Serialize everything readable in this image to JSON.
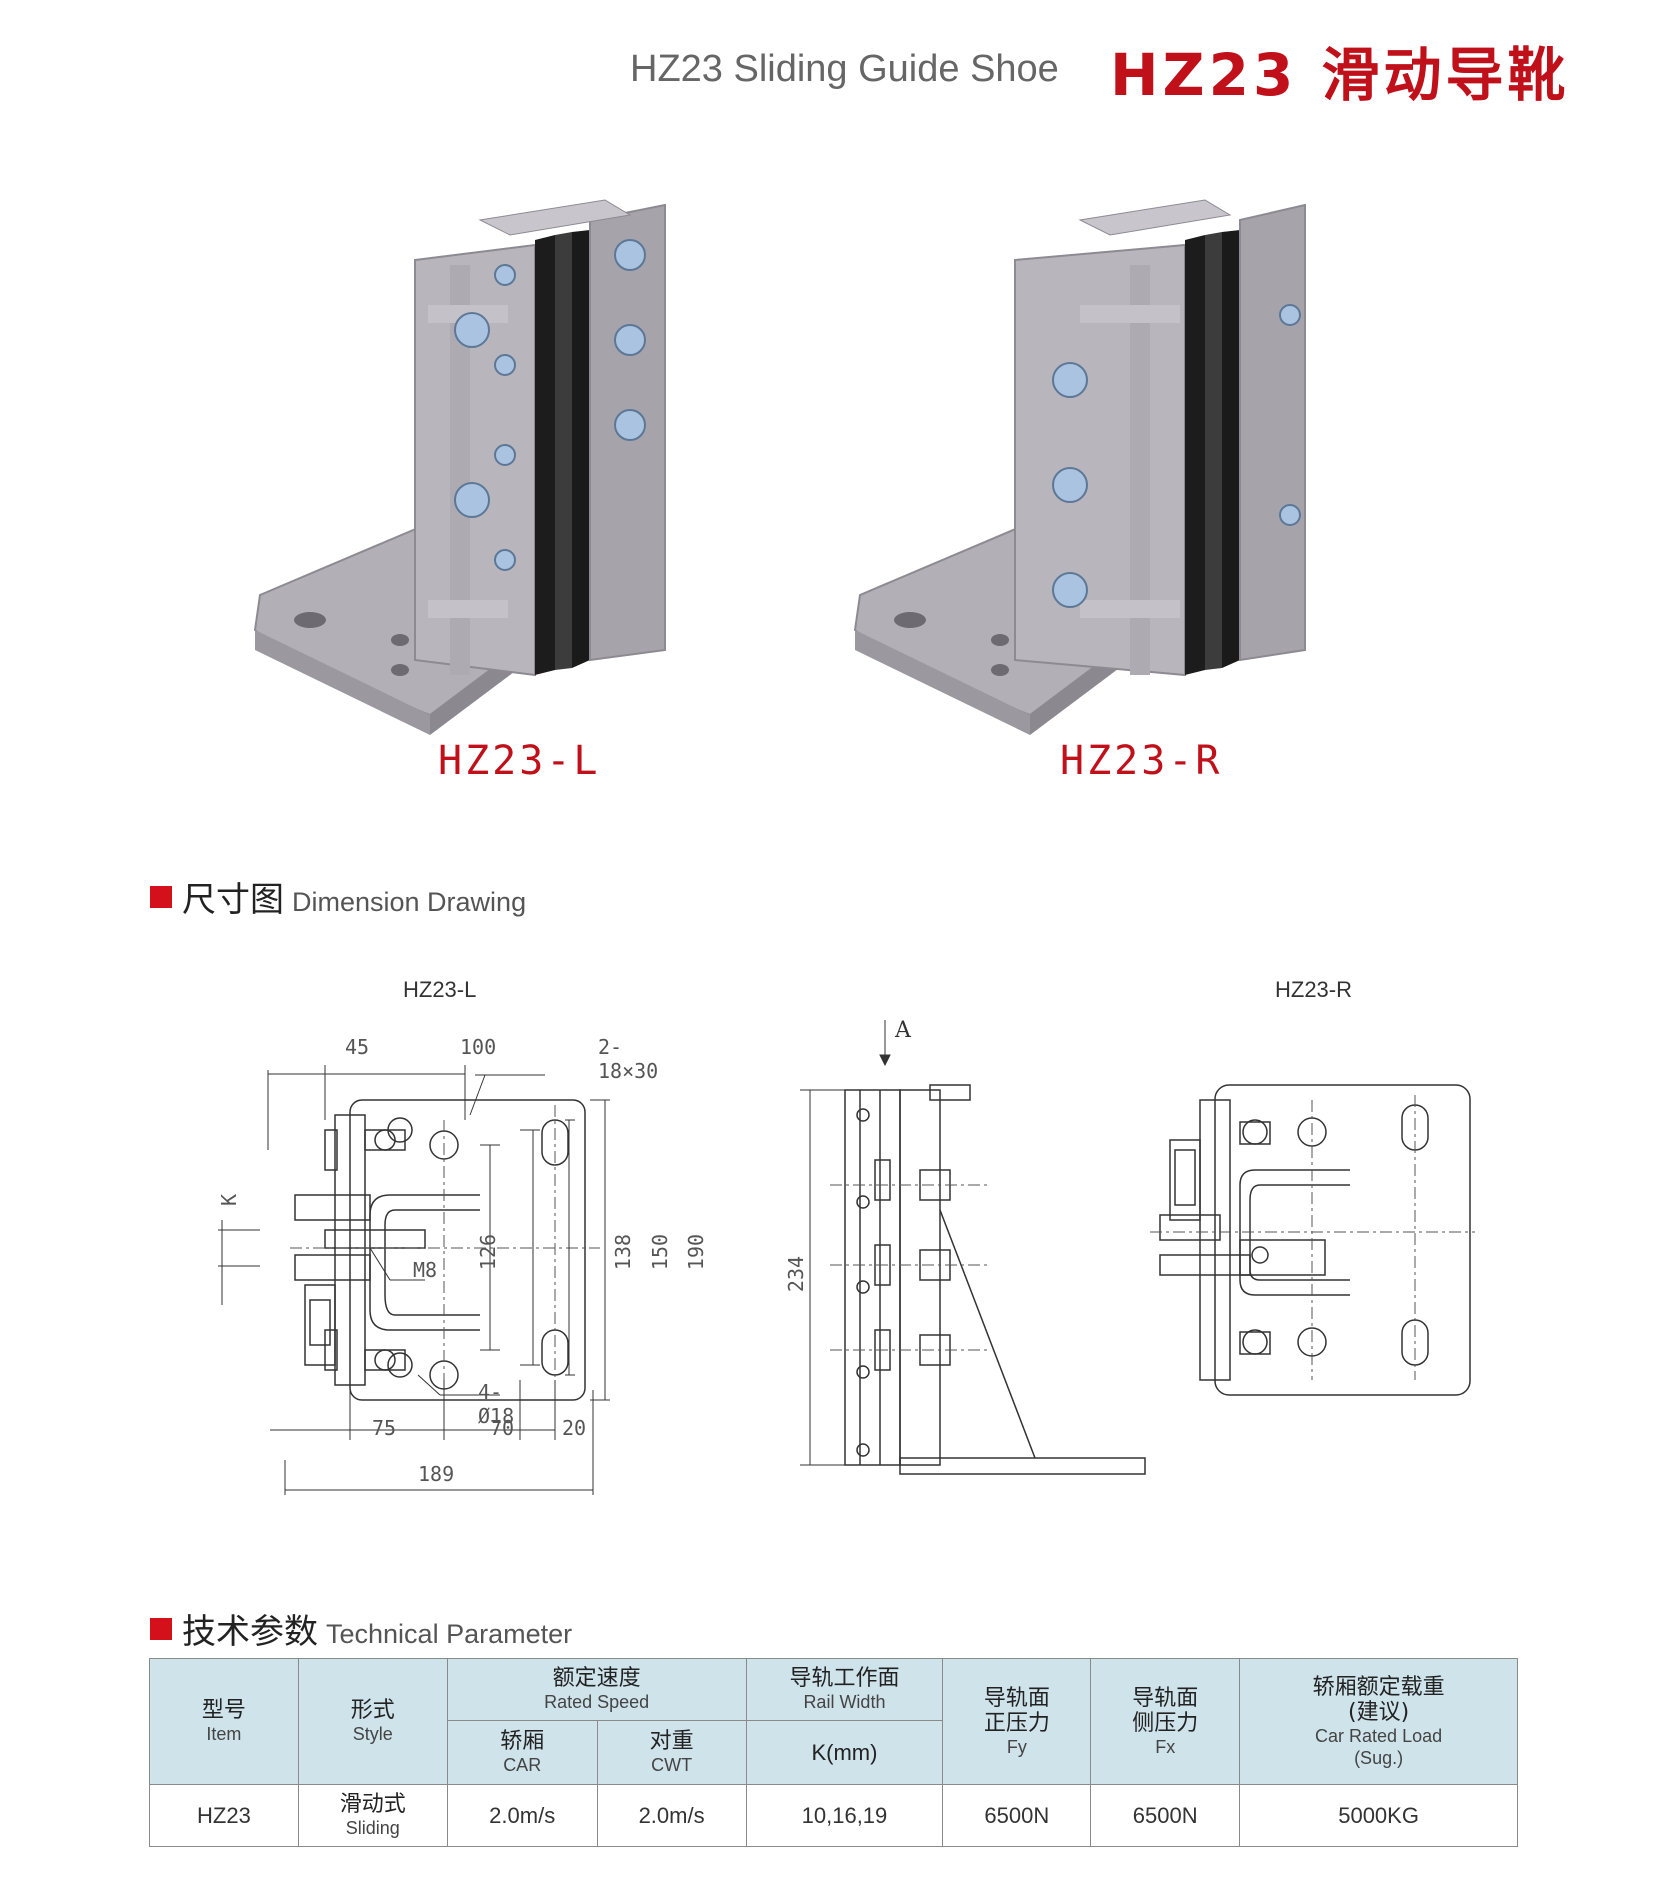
{
  "header": {
    "title_en": "HZ23 Sliding Guide Shoe",
    "title_cn": "HZ23 滑动导靴"
  },
  "products": {
    "left_label": "HZ23-L",
    "right_label": "HZ23-R"
  },
  "dimension_section": {
    "title_cn": "尺寸图",
    "title_en": "Dimension Drawing",
    "left_label": "HZ23-L",
    "right_label": "HZ23-R",
    "dims": {
      "d45": "45",
      "d100": "100",
      "slot": "2-18×30",
      "k": "K",
      "m8": "M8",
      "d126": "126",
      "d138": "138",
      "d150": "150",
      "d190": "190",
      "holes": "4-Ø18",
      "d75": "75",
      "d70": "70",
      "d20": "20",
      "d189": "189",
      "view_a": "A",
      "d234": "234"
    }
  },
  "tech_section": {
    "title_cn": "技术参数",
    "title_en": "Technical Parameter"
  },
  "table": {
    "headers": {
      "item_cn": "型号",
      "item_en": "Item",
      "style_cn": "形式",
      "style_en": "Style",
      "speed_cn": "额定速度",
      "speed_en": "Rated Speed",
      "car_cn": "轿厢",
      "car_en": "CAR",
      "cwt_cn": "对重",
      "cwt_en": "CWT",
      "rail_cn": "导轨工作面",
      "rail_en": "Rail Width",
      "rail_k": "K(mm)",
      "fy_cn1": "导轨面",
      "fy_cn2": "正压力",
      "fy_en": "Fy",
      "fx_cn1": "导轨面",
      "fx_cn2": "侧压力",
      "fx_en": "Fx",
      "load_cn1": "轿厢额定载重",
      "load_cn2": "(建议)",
      "load_en1": "Car Rated Load",
      "load_en2": "(Sug.)"
    },
    "row": {
      "item": "HZ23",
      "style_cn": "滑动式",
      "style_en": "Sliding",
      "car_speed": "2.0m/s",
      "cwt_speed": "2.0m/s",
      "rail_width": "10,16,19",
      "fy": "6500N",
      "fx": "6500N",
      "load": "5000KG"
    }
  }
}
